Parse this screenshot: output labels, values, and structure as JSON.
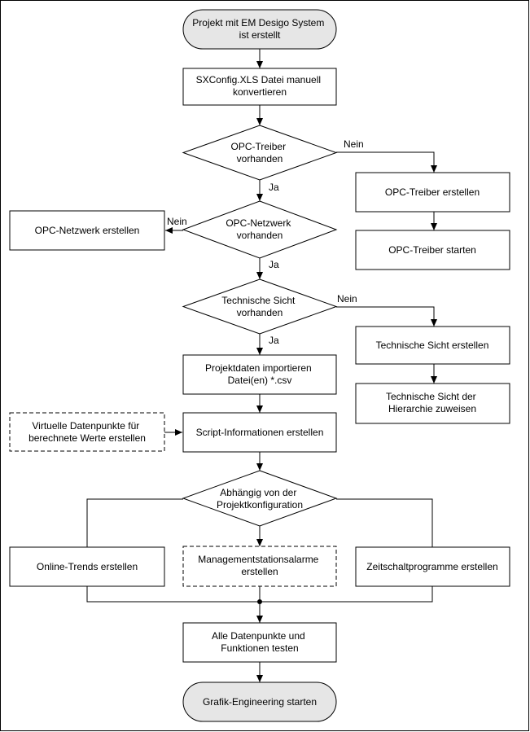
{
  "nodes": {
    "start": [
      "Projekt mit EM Desigo System",
      "ist erstellt"
    ],
    "convert": [
      "SXConfig.XLS Datei manuell",
      "konvertieren"
    ],
    "opc_driver_q": [
      "OPC-Treiber",
      "vorhanden"
    ],
    "opc_driver_create": [
      "OPC-Treiber erstellen"
    ],
    "opc_driver_start": [
      "OPC-Treiber starten"
    ],
    "opc_network_q": [
      "OPC-Netzwerk",
      "vorhanden"
    ],
    "opc_network_create": [
      "OPC-Netzwerk erstellen"
    ],
    "tech_view_q": [
      "Technische Sicht",
      "vorhanden"
    ],
    "tech_view_create": [
      "Technische Sicht erstellen"
    ],
    "tech_view_assign": [
      "Technische Sicht der",
      "Hierarchie zuweisen"
    ],
    "import": [
      "Projektdaten importieren",
      "Datei(en) *.csv"
    ],
    "virtual_points": [
      "Virtuelle Datenpunkte für",
      "berechnete Werte erstellen"
    ],
    "script_info": [
      "Script-Informationen erstellen"
    ],
    "config_q": [
      "Abhängig von der",
      "Projektkonfiguration"
    ],
    "online_trends": [
      "Online-Trends erstellen"
    ],
    "mgmt_alarms": [
      "Managementstationsalarme",
      "erstellen"
    ],
    "schedules": [
      "Zeitschaltprogramme erstellen"
    ],
    "test_all": [
      "Alle Datenpunkte und",
      "Funktionen testen"
    ],
    "end": [
      "Grafik-Engineering starten"
    ]
  },
  "edge_labels": {
    "opc_driver_no": "Nein",
    "opc_driver_yes": "Ja",
    "opc_network_no": "Nein",
    "opc_network_yes": "Ja",
    "tech_view_no": "Nein",
    "tech_view_yes": "Ja"
  }
}
